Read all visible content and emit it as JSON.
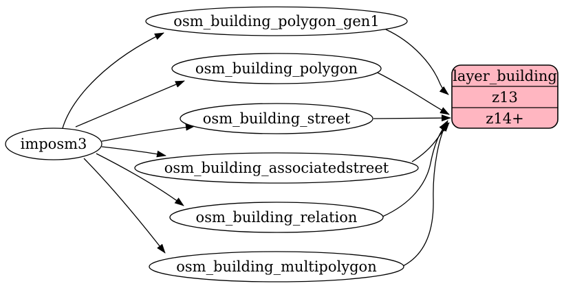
{
  "diagram": {
    "type": "dependency-graph",
    "background_color": "#ffffff",
    "edge_color": "#000000",
    "ellipse_fill": "#ffffff",
    "ellipse_stroke": "#000000",
    "record_fill": "#ffb6c1",
    "record_stroke": "#000000",
    "text_color": "#000000"
  },
  "source_node": {
    "label": "imposm3"
  },
  "tables": [
    {
      "label": "osm_building_polygon_gen1"
    },
    {
      "label": "osm_building_polygon"
    },
    {
      "label": "osm_building_street"
    },
    {
      "label": "osm_building_associatedstreet"
    },
    {
      "label": "osm_building_relation"
    },
    {
      "label": "osm_building_multipolygon"
    }
  ],
  "layer": {
    "title": "layer_building",
    "rows": [
      {
        "label": "z13"
      },
      {
        "label": "z14+"
      }
    ]
  },
  "edges": [
    {
      "from": "imposm3",
      "to": "osm_building_polygon_gen1"
    },
    {
      "from": "imposm3",
      "to": "osm_building_polygon"
    },
    {
      "from": "imposm3",
      "to": "osm_building_street"
    },
    {
      "from": "imposm3",
      "to": "osm_building_associatedstreet"
    },
    {
      "from": "imposm3",
      "to": "osm_building_relation"
    },
    {
      "from": "imposm3",
      "to": "osm_building_multipolygon"
    },
    {
      "from": "osm_building_polygon_gen1",
      "to": "layer_building:z13"
    },
    {
      "from": "osm_building_polygon",
      "to": "layer_building:z14+"
    },
    {
      "from": "osm_building_street",
      "to": "layer_building:z14+"
    },
    {
      "from": "osm_building_associatedstreet",
      "to": "layer_building:z14+"
    },
    {
      "from": "osm_building_relation",
      "to": "layer_building:z14+"
    },
    {
      "from": "osm_building_multipolygon",
      "to": "layer_building:z14+"
    }
  ]
}
